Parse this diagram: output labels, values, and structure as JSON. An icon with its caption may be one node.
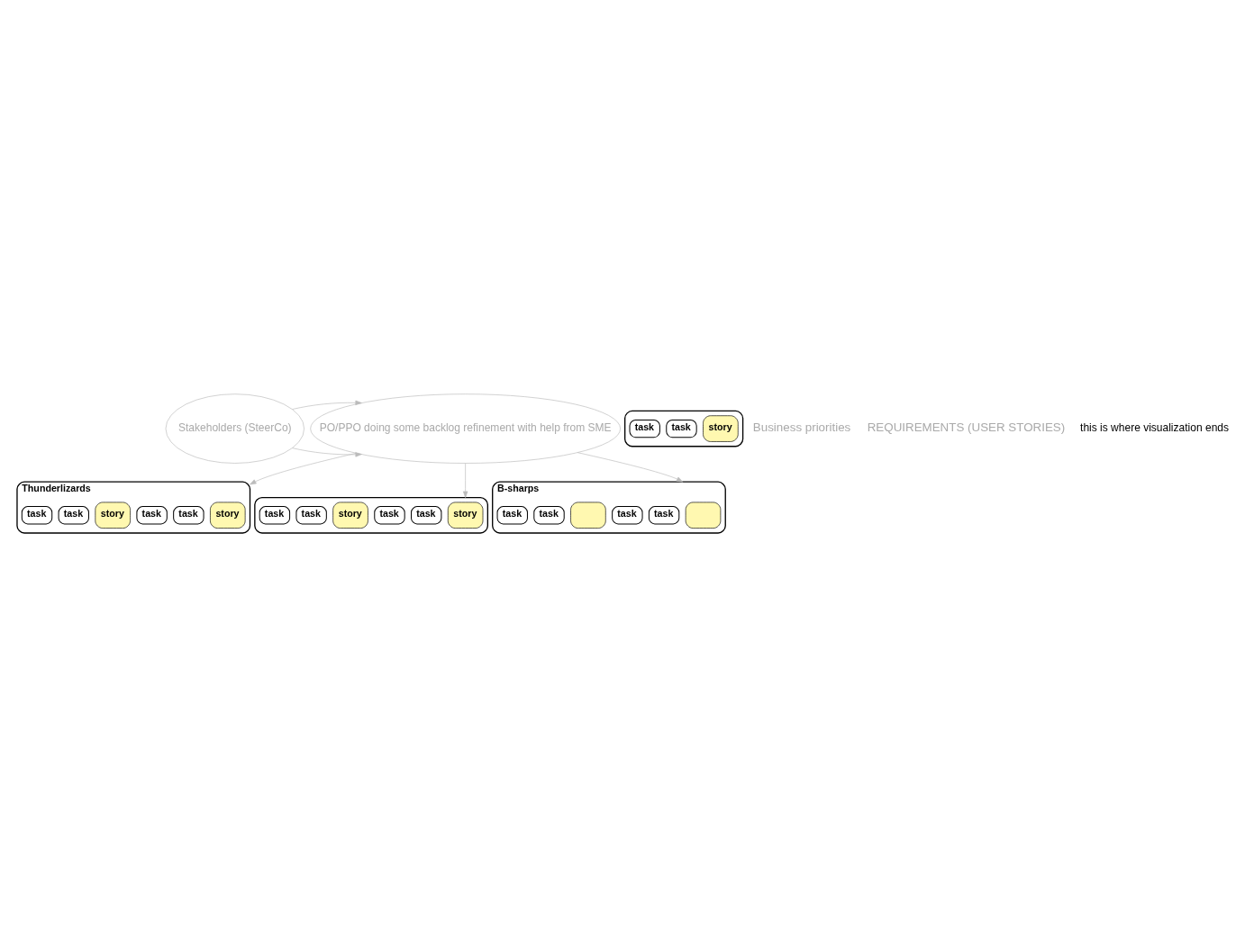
{
  "diagram": {
    "nodes": [
      {
        "text": [
          "PO/PPO doing some backlog refinement with help from SME"
        ]
      },
      {
        "text": [
          "Stakeholders (SteerCo)"
        ]
      },
      {
        "text": [
          "Thunderlizards"
        ]
      },
      {
        "text": [
          "story"
        ],
        "in": 2
      },
      {
        "text": [
          "task"
        ],
        "in": 2
      },
      {
        "text": [
          "task"
        ],
        "in": 2
      },
      {
        "text": [
          "story"
        ],
        "in": 2
      },
      {
        "text": [
          "task"
        ],
        "in": 2
      },
      {
        "text": [
          "task"
        ],
        "in": 2
      },
      {
        "text": [],
        "shape": "box"
      },
      {
        "text": [
          "story"
        ],
        "in": 9
      },
      {
        "text": [
          "task"
        ],
        "in": 9
      },
      {
        "text": [
          "task"
        ],
        "in": 9
      },
      {
        "text": [
          "story"
        ],
        "in": 9
      },
      {
        "text": [
          "task"
        ],
        "in": 9
      },
      {
        "text": [
          "task"
        ],
        "in": 9
      },
      {
        "text": [
          "B-sharps"
        ]
      },
      {
        "text": [],
        "shape": "box",
        "in": 16
      },
      {
        "text": [
          "task"
        ],
        "in": 16
      },
      {
        "text": [
          "task"
        ],
        "in": 16
      },
      {
        "text": [],
        "shape": "box",
        "in": 16
      },
      {
        "text": [
          "task"
        ],
        "in": 16
      },
      {
        "text": [
          "task"
        ],
        "in": 16
      },
      {
        "text": [],
        "shape": "box"
      },
      {
        "text": [
          "story"
        ],
        "in": 23
      },
      {
        "text": [
          "task"
        ],
        "in": 23
      },
      {
        "text": [
          "task"
        ],
        "in": 23
      }
    ],
    "edges": [
      {
        "from": 1,
        "to": 0,
        "arrow": "to"
      },
      {
        "from": 1,
        "to": 0,
        "arrow": "to"
      },
      {
        "from": 0,
        "to": 2,
        "arrow": "to"
      },
      {
        "from": 0,
        "to": 9,
        "arrow": "to"
      },
      {
        "from": 0,
        "to": 16,
        "arrow": "to"
      }
    ],
    "labels": [
      "Business priorities",
      "REQUIREMENTS (USER STORIES)",
      "this is where visualization ends"
    ]
  }
}
